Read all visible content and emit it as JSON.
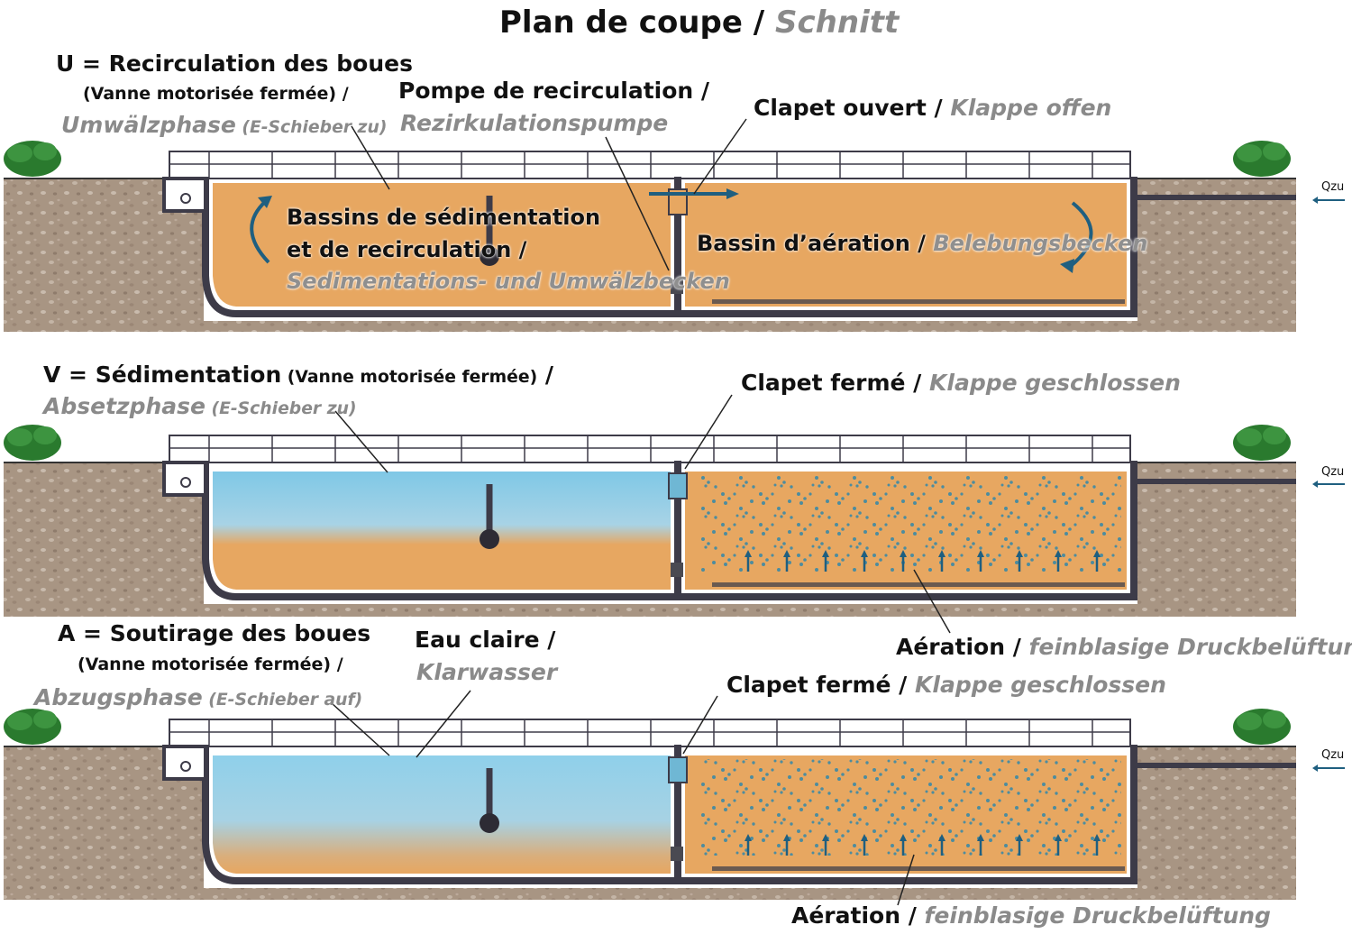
{
  "title": {
    "fr": "Plan de coupe",
    "sep": " / ",
    "de": "Schnitt"
  },
  "panels": [
    {
      "id": "U",
      "phase": {
        "line1": "U = Recirculation des boues",
        "line2_fr": "(Vanne motorisée fermée)",
        "line2_sep": " /",
        "line3_de": "Umwälzphase",
        "line3_small": " (E-Schieber zu)"
      },
      "pump": {
        "fr": "Pompe de recirculation /",
        "de": "Rezirkulationspumpe"
      },
      "flap": {
        "fr": "Clapet ouvert",
        "sep": " / ",
        "de": "Klappe offen"
      },
      "sed_basin": {
        "line1": "Bassins de sédimentation",
        "line2": "et de recirculation /",
        "de": "Sedimentations- und Umwälzbecken"
      },
      "aer_basin": {
        "fr": "Bassin d’aération",
        "sep": " / ",
        "de": "Belebungsbecken"
      },
      "inflow": "Qzu"
    },
    {
      "id": "V",
      "phase": {
        "line1": "V = Sédimentation",
        "line1_small": " (Vanne motorisée fermée)",
        "line1_sep": " /",
        "line2_de": "Absetzphase",
        "line2_small": " (E-Schieber zu)"
      },
      "flap": {
        "fr": "Clapet fermé",
        "sep": " / ",
        "de": "Klappe geschlossen"
      },
      "aeration": {
        "fr": "Aération",
        "sep": " / ",
        "de": "feinblasige Druckbelüftung"
      },
      "inflow": "Qzu"
    },
    {
      "id": "A",
      "phase": {
        "line1": "A = Soutirage des boues",
        "line2_fr": "(Vanne motorisée fermée)",
        "line2_sep": " /",
        "line3_de": "Abzugsphase",
        "line3_small": " (E-Schieber auf)"
      },
      "clear_water": {
        "fr": "Eau claire /",
        "de": "Klarwasser"
      },
      "flap": {
        "fr": "Clapet fermé",
        "sep": " / ",
        "de": "Klappe geschlossen"
      },
      "aeration": {
        "fr": "Aération",
        "sep": " / ",
        "de": "feinblasige Druckbelüftung"
      },
      "inflow": "Qzu"
    }
  ],
  "colors": {
    "soil": "#a89583",
    "sludge": "#e7a761",
    "clear_water": "#8dcbe3",
    "wall": "#3d3b48",
    "arrow": "#1f5f80",
    "bush": "#2a7a2e",
    "label_de": "#8a8a8a"
  }
}
